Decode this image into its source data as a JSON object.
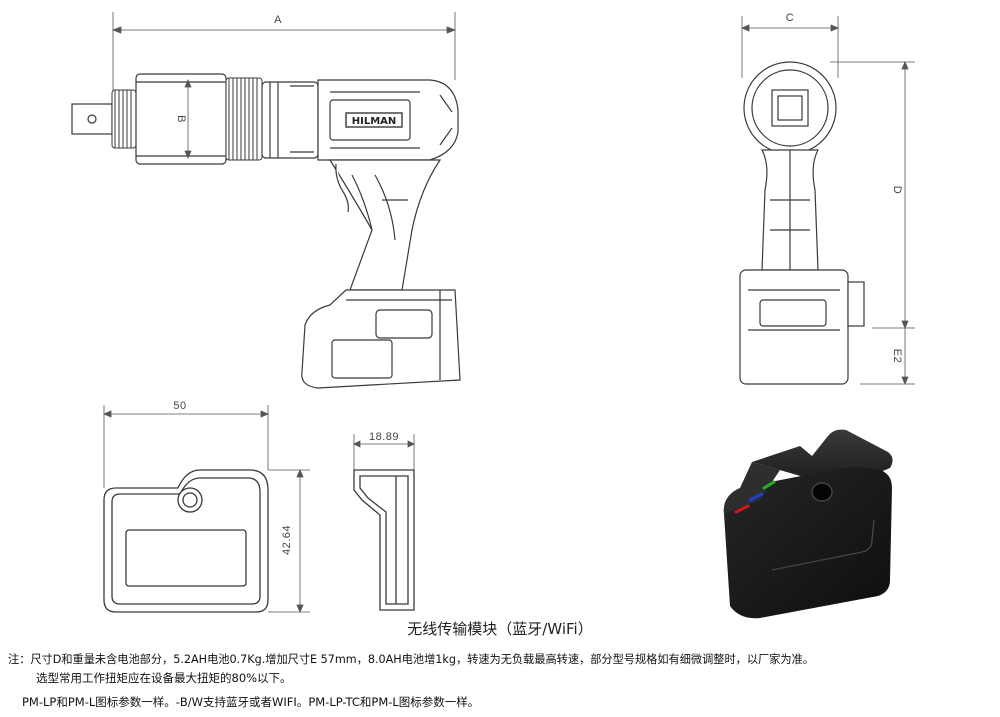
{
  "dimensions": {
    "a": "A",
    "b": "B",
    "c": "C",
    "d": "D",
    "e2": "E2",
    "module_width": "50",
    "module_height": "42.64",
    "module_thickness": "18.89"
  },
  "tool_brand": "HILMAN",
  "module_caption": "无线传输模块（蓝牙/WiFi）",
  "notes": [
    "注：尺寸D和重量未含电池部分，5.2AH电池0.7Kg.增加尺寸E 57mm，8.0AH电池增1kg，转速为无负载最高转速，部分型号规格如有细微调整时，以厂家为准。",
    "选型常用工作扭矩应在设备最大扭矩的80%以下。",
    "PM-LP和PM-L图标参数一样。-B/W支持蓝牙或者WIFI。PM-LP-TC和PM-L图标参数一样。"
  ],
  "colors": {
    "line": "#3a3a3a",
    "dim": "#555555",
    "module_body": "#1b1b1b",
    "led_red": "#d01818",
    "led_blue": "#1e3fd0",
    "led_green": "#22b022"
  }
}
